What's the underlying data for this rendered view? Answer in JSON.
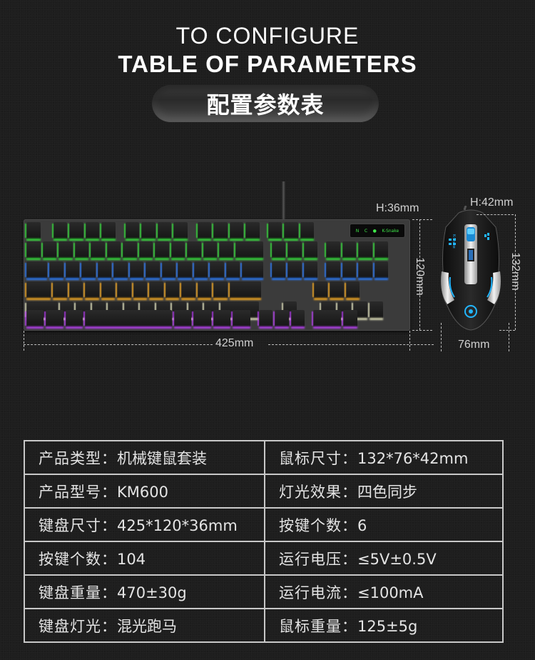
{
  "header": {
    "title_line1": "TO CONFIGURE",
    "title_line2": "TABLE OF PARAMETERS",
    "badge_cn": "配置参数表"
  },
  "product_image": {
    "keyboard": {
      "width_label": "425mm",
      "depth_label": "120mm",
      "height_label": "H:36mm",
      "lcd_indicators": [
        "N",
        "C",
        "●",
        "K-Snake"
      ],
      "backlight_colors": [
        "#33e83a",
        "#1fd0d0",
        "#2a7dff",
        "#ffb020",
        "#e8e8c0",
        "#c040ff"
      ],
      "accent_red": "#e01818"
    },
    "mouse": {
      "width_label": "76mm",
      "length_label": "132mm",
      "height_label": "H:42mm",
      "accent_color": "#22b6ff"
    }
  },
  "spec_table": {
    "rows": [
      {
        "left_label": "产品类型：",
        "left_value": "机械键鼠套装",
        "right_label": "鼠标尺寸：",
        "right_value": "132*76*42mm"
      },
      {
        "left_label": "产品型号：",
        "left_value": "KM600",
        "right_label": "灯光效果：",
        "right_value": "四色同步"
      },
      {
        "left_label": "键盘尺寸：",
        "left_value": "425*120*36mm",
        "right_label": "按键个数：",
        "right_value": "6"
      },
      {
        "left_label": "按键个数：",
        "left_value": "104",
        "right_label": "运行电压：",
        "right_value": "≤5V±0.5V"
      },
      {
        "left_label": "键盘重量：",
        "left_value": "470±30g",
        "right_label": "运行电流：",
        "right_value": "≤100mA"
      },
      {
        "left_label": "键盘灯光：",
        "left_value": "混光跑马",
        "right_label": "鼠标重量：",
        "right_value": "125±5g"
      }
    ]
  }
}
